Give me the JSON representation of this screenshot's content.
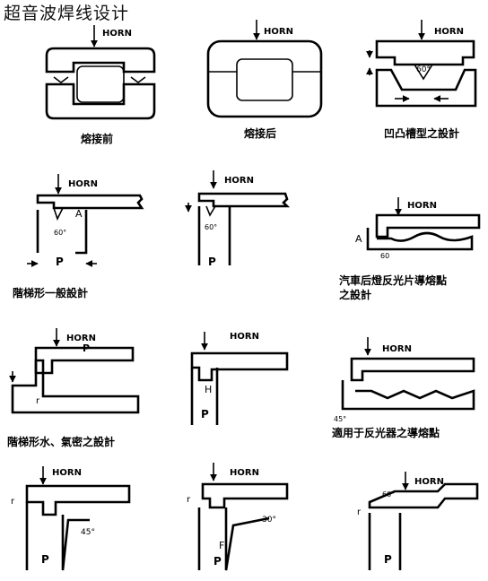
{
  "title": "超音波焊线设计",
  "labels": {
    "horn": "HORN",
    "p": "P",
    "a": "A",
    "h": "H",
    "r": "r",
    "f": "F",
    "deg60": "60°",
    "deg45": "45°",
    "deg30": "30°",
    "num60": "60"
  },
  "captions": [
    "熔接前",
    "熔接后",
    "凹凸槽型之設計",
    "階梯形一般設計",
    "汽車后燈反光片導熔點",
    "之設計",
    "階梯形水、氣密之設計",
    "適用于反光器之導熔點"
  ]
}
